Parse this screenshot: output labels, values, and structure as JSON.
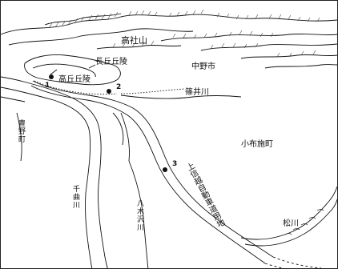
{
  "labels": {
    "mountain": "高社山",
    "hills_north": "長丘丘陵",
    "hills_south": "高丘丘陵",
    "city": "中野市",
    "river_shinoi": "篠井川",
    "town_obuse": "小布施町",
    "town_toyono": "豊野町",
    "river_chikuma": "千曲川",
    "river_yagisawa": "八木沢川",
    "river_matsu": "松川",
    "expressway": "上信越自動車道用地"
  },
  "sites": [
    {
      "id": "1",
      "label": "1"
    },
    {
      "id": "2",
      "label": "2"
    },
    {
      "id": "3",
      "label": "3"
    }
  ],
  "colors": {
    "ink": "#111111",
    "hatch": "#444444",
    "background": "#ffffff"
  }
}
